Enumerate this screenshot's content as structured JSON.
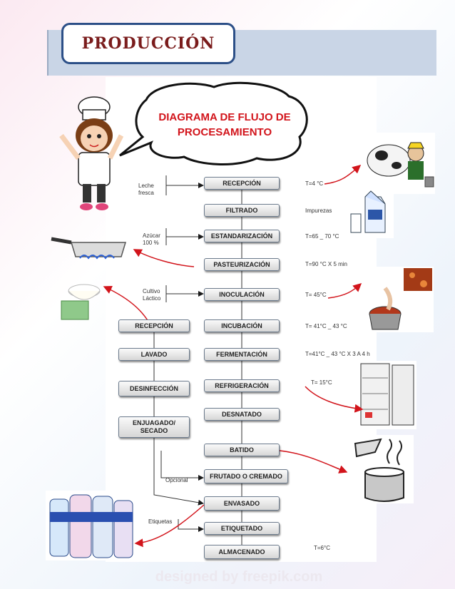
{
  "header": {
    "title": "PRODUCCIÓN"
  },
  "bubble": {
    "title": "DIAGRAMA DE FLUJO DE PROCESAMIENTO"
  },
  "main_flow": [
    "RECEPCIÓN",
    "FILTRADO",
    "ESTANDARIZACIÓN",
    "PASTEURIZACIÓN",
    "INOCULACIÓN",
    "INCUBACIÓN",
    "FERMENTACIÓN",
    "REFRIGERACIÓN",
    "DESNATADO",
    "BATIDO",
    "FRUTADO O CREMADO",
    "ENVASADO",
    "ETIQUETADO",
    "ALMACENADO"
  ],
  "side_flow": [
    "RECEPCIÓN",
    "LAVADO",
    "DESINFECCIÓN",
    "ENJUAGADO/ SECADO"
  ],
  "inputs": {
    "leche": "Leche\nfresca",
    "azucar": "Azúcar\n100 %",
    "cultivo": "Cultivo\nLáctico",
    "opcional": "Opcional",
    "etiquetas": "Etiquetas"
  },
  "conditions": {
    "recepcion": "T=4 °C",
    "filtrado": "Impurezas",
    "estandarizacion": "T=65 _ 70 °C",
    "pasteurizacion": "T=90 °C X 5 min",
    "inoculacion": "T= 45°C",
    "incubacion": "T= 41°C _ 43 °C",
    "fermentacion": "T=41°C _ 43 °C X 3 A 4 h",
    "refrigeracion": "T= 15°C",
    "almacenado": "T=6°C"
  },
  "footer": {
    "watermark": "designed by freepik.com"
  },
  "colors": {
    "arrow": "#d2141b",
    "title": "#7a1c1c",
    "bubble_text": "#d2141b",
    "frame": "#2c4f87"
  }
}
